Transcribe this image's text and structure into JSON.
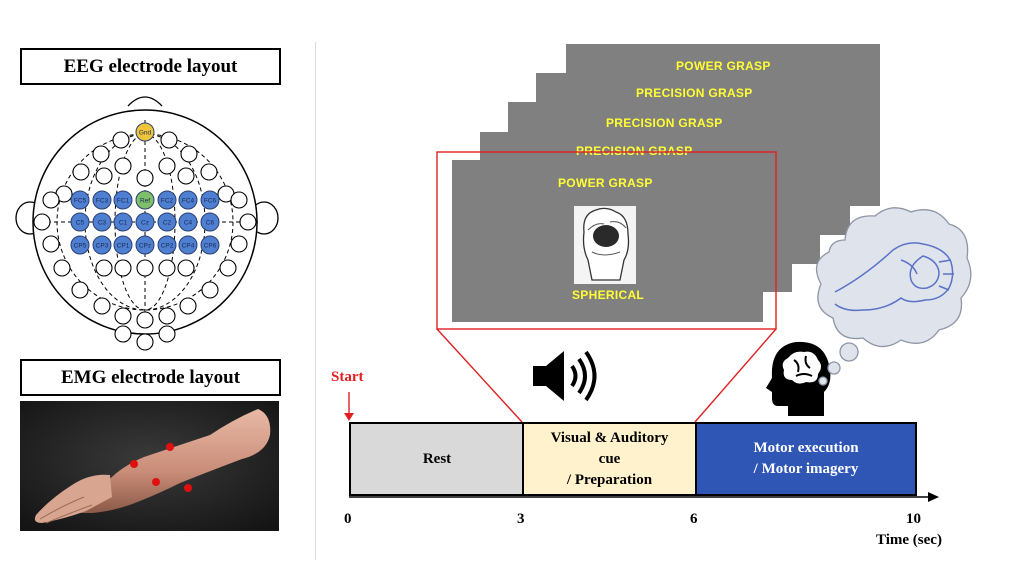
{
  "eeg": {
    "title": "EEG electrode layout",
    "ground_label": "Gnd",
    "ref_label": "Ref",
    "row1": [
      "FC5",
      "FC3",
      "FC1",
      "FC2",
      "FC4",
      "FC6"
    ],
    "row2": [
      "C5",
      "C3",
      "C1",
      "Cz",
      "C2",
      "C4",
      "C6"
    ],
    "row3": [
      "CP5",
      "CP3",
      "CP1",
      "CPz",
      "CP2",
      "CP4",
      "CP6"
    ]
  },
  "emg": {
    "title": "EMG electrode layout"
  },
  "cue_screens": {
    "labels": [
      "POWER GRASP",
      "PRECISION GRASP",
      "PRECISION GRASP",
      "PRECISION GRASP"
    ],
    "front_title": "POWER GRASP",
    "front_subtitle": "SPHERICAL"
  },
  "timeline": {
    "start_label": "Start",
    "axis_label": "Time (sec)",
    "ticks": [
      "0",
      "3",
      "6",
      "10"
    ],
    "segments": [
      {
        "label_line1": "Rest",
        "label_line2": "",
        "label_line3": "",
        "color": "#d9d9d9"
      },
      {
        "label_line1": "Visual & Auditory",
        "label_line2": "cue",
        "label_line3": "/ Preparation",
        "color": "#fff2cc"
      },
      {
        "label_line1": "Motor execution",
        "label_line2": "/ Motor imagery",
        "label_line3": "",
        "color": "#2f55b5"
      }
    ]
  },
  "colors": {
    "electrode_blue": "#4f7fd1",
    "ground_yellow": "#f0c53c",
    "ref_green": "#7dbf6a",
    "cue_red": "#e02020",
    "slide_gray": "#808080",
    "slide_text": "#ffff33"
  },
  "icons": [
    "speaker-icon",
    "head-brain-icon",
    "thought-bubble-hand-icon",
    "fist-hand-icon"
  ]
}
